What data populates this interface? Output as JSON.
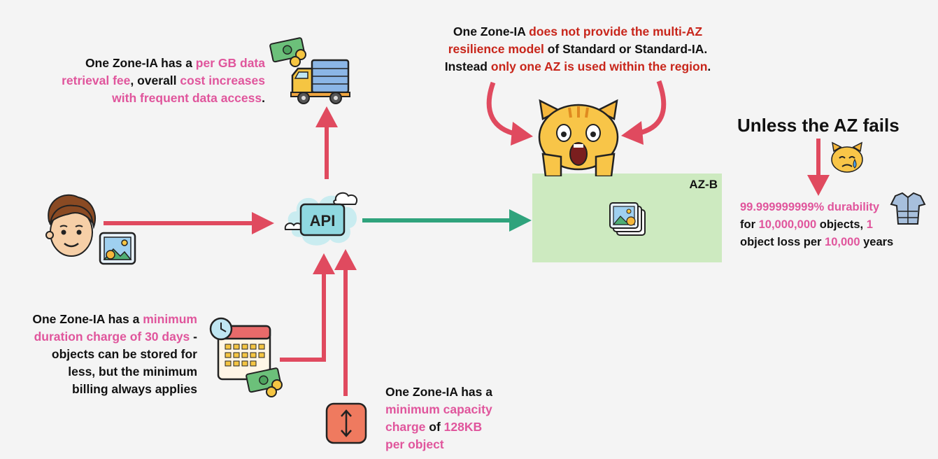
{
  "retrieval_note": {
    "p1": "One Zone-IA has a ",
    "p2": "per GB data",
    "p3": "retrieval fee",
    "p4": ", overall ",
    "p5": "cost increases",
    "p6": "with frequent data access",
    "p7": "."
  },
  "resilience_note": {
    "p1": "One Zone-IA ",
    "p2": "does not provide the multi-AZ",
    "p3": "resilience model",
    "p4": " of Standard or Standard-IA.",
    "p5": "Instead ",
    "p6": "only one AZ is used within the region",
    "p7": "."
  },
  "unless_heading": "Unless the AZ fails",
  "durability_note": {
    "p1": "99.999999999% durability",
    "p2": "for ",
    "p3": "10,000,000",
    "p4": " objects, ",
    "p5": "1",
    "p6": "object loss per ",
    "p7": "10,000",
    "p8": " years"
  },
  "duration_note": {
    "p1": "One Zone-IA has a ",
    "p2": "minimum",
    "p3": "duration charge of 30 days",
    "p4": " -",
    "p5": "objects can be stored for",
    "p6": "less, but the minimum",
    "p7": "billing always applies"
  },
  "capacity_note": {
    "p1": "One Zone-IA has a",
    "p2": "minimum capacity",
    "p3": "charge",
    "p4": " of ",
    "p5": "128KB",
    "p6": "per object"
  },
  "api_label": "API",
  "az_label": "AZ-B",
  "colors": {
    "background": "#f4f4f4",
    "pink": "#e0559c",
    "red_text": "#c8261b",
    "arrow_red": "#e04a5f",
    "arrow_green": "#2fa37c",
    "az_box": "#cdeac0"
  },
  "icons": [
    "user-avatar-icon",
    "image-file-icon",
    "api-cloud-icon",
    "money-icon",
    "delivery-truck-icon",
    "shocked-cat-icon",
    "crying-cat-icon",
    "armor-icon",
    "calendar-clock-icon",
    "resize-vertical-icon",
    "stacked-images-icon"
  ]
}
